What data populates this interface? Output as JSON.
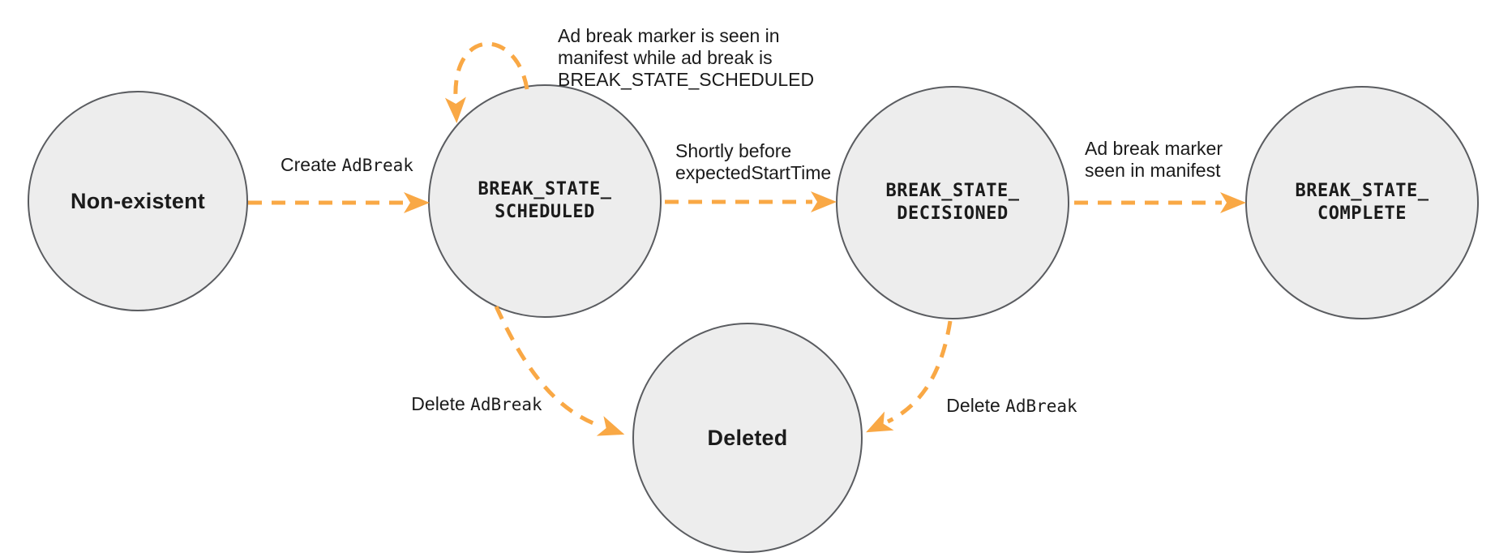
{
  "diagram": {
    "type": "state-machine",
    "colors": {
      "arrow": "#F9A845",
      "circle_fill": "#EDEDED",
      "circle_border": "#5A5C60",
      "text": "#1B1B1B",
      "background": "#FFFFFF"
    },
    "states": {
      "nonexistent": {
        "label": "Non-existent"
      },
      "scheduled": {
        "line1": "BREAK_STATE_",
        "line2": "SCHEDULED"
      },
      "decisioned": {
        "line1": "BREAK_STATE_",
        "line2": "DECISIONED"
      },
      "complete": {
        "line1": "BREAK_STATE_",
        "line2": "COMPLETE"
      },
      "deleted": {
        "label": "Deleted"
      }
    },
    "transitions": {
      "create": {
        "text": "Create ",
        "code": "AdBreak"
      },
      "self_loop": {
        "line1": "Ad break marker is seen in",
        "line2": "manifest while ad break is",
        "line3_code": "BREAK_STATE_SCHEDULED"
      },
      "before_start": {
        "text": "Shortly before",
        "code": "expectedStartTime"
      },
      "marker_seen": {
        "line1": "Ad break marker",
        "line2": "seen in manifest"
      },
      "delete_from_scheduled": {
        "text": "Delete ",
        "code": "AdBreak"
      },
      "delete_from_decisioned": {
        "text": "Delete ",
        "code": "AdBreak"
      }
    }
  }
}
